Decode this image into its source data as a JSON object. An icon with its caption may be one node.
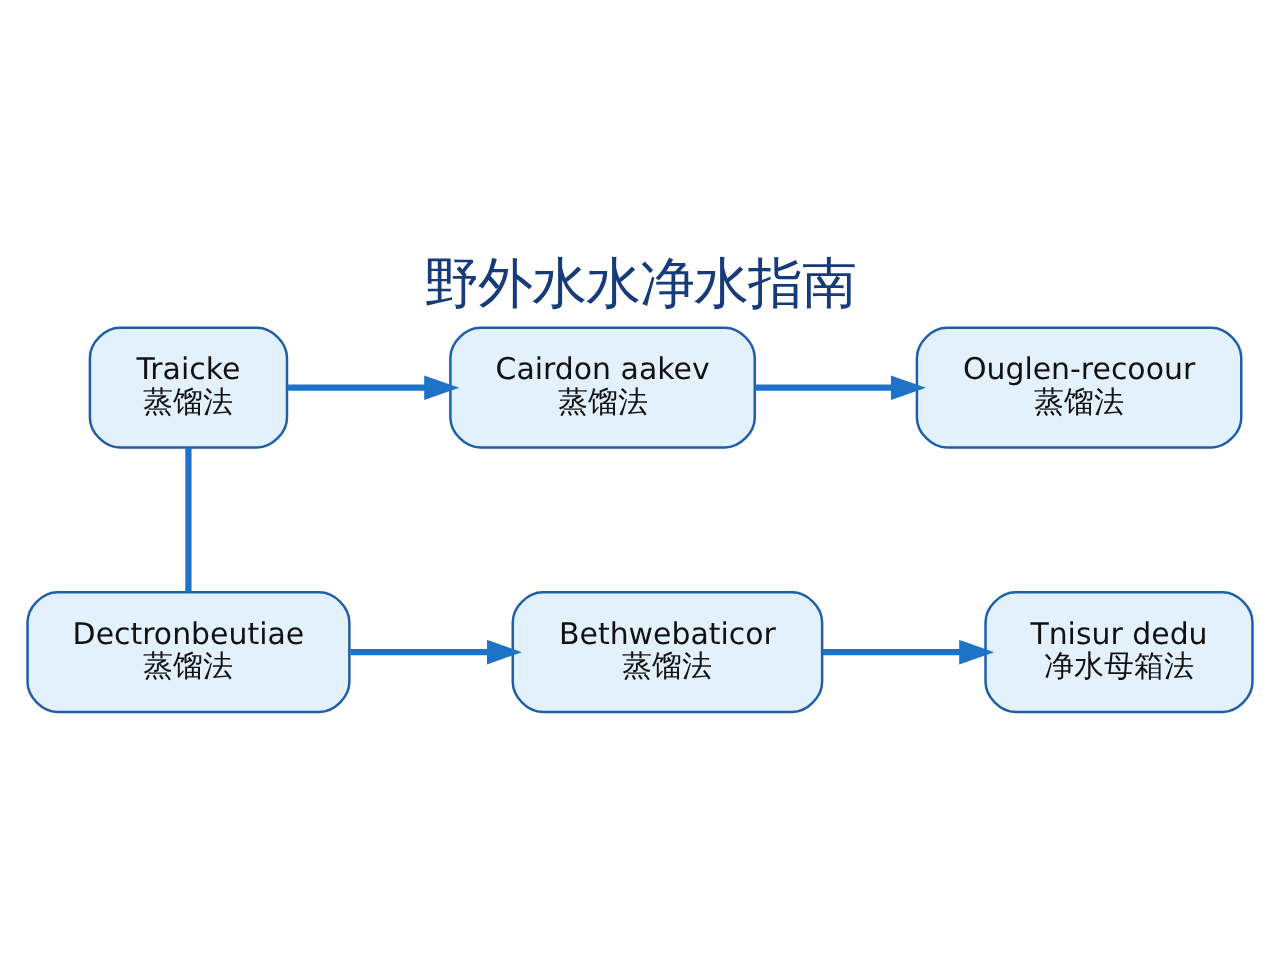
{
  "diagram": {
    "title": "野外水水净水指南",
    "nodes": [
      {
        "text": [
          "Traicke",
          "蒸馏法"
        ]
      },
      {
        "text": [
          "Cairdon aakev",
          "蒸馏法"
        ]
      },
      {
        "text": [
          "Ouglen-recoour",
          "蒸馏法"
        ]
      },
      {
        "text": [
          "Dectronbeutiae",
          "蒸馏法"
        ]
      },
      {
        "text": [
          "Bethwebaticor",
          "蒸馏法"
        ]
      },
      {
        "text": [
          "Tnisur dedu",
          "净水母箱法"
        ]
      }
    ],
    "edges": [
      {
        "from": 0,
        "to": 1,
        "arrow": "to"
      },
      {
        "from": 1,
        "to": 2,
        "arrow": "to"
      },
      {
        "from": 0,
        "to": 3,
        "arrow": "none"
      },
      {
        "from": 3,
        "to": 4,
        "arrow": "to"
      },
      {
        "from": 4,
        "to": 5,
        "arrow": "to"
      }
    ]
  }
}
